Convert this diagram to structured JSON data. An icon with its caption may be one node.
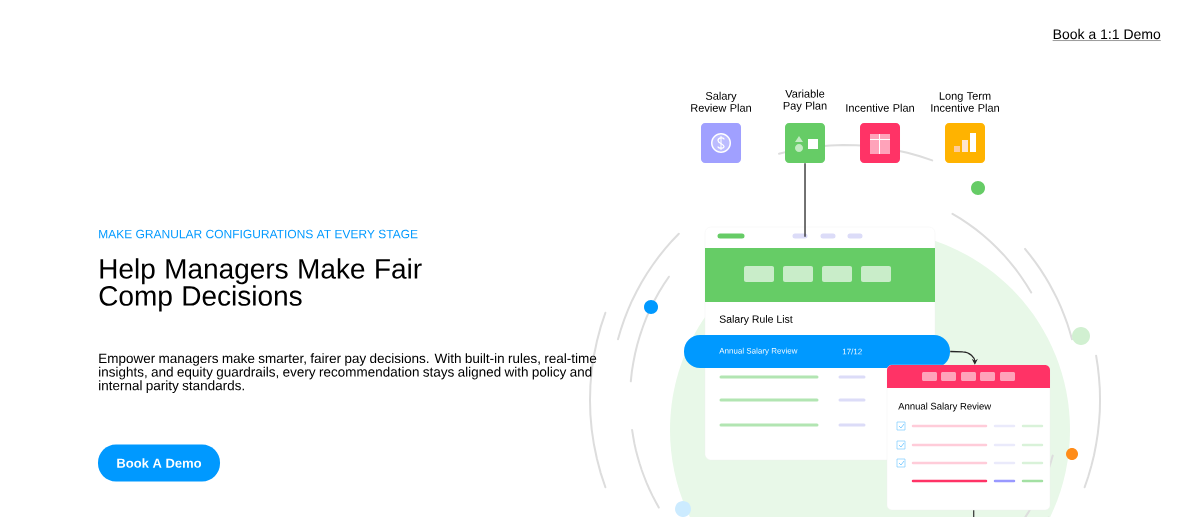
{
  "diagram": {
    "title": "Help Managers Make Fair Comp Decisions",
    "nodes": [
      {
        "text": [
          "Salary Review Plan"
        ]
      },
      {
        "text": [
          "Variable Pay Plan"
        ]
      },
      {
        "text": [
          "Incentive Plan"
        ]
      },
      {
        "text": [
          "Long Term Incentive Plan"
        ]
      },
      {
        "text": [
          "Salary Rule List"
        ]
      },
      {
        "text": [
          "Annual Salary Review",
          "17/12"
        ]
      },
      {
        "text": [
          "Annual Salary Review"
        ]
      }
    ],
    "edges": [
      {
        "from": 1,
        "to": 4,
        "arrow": "none"
      },
      {
        "from": 5,
        "to": 6,
        "arrow": "to"
      },
      {
        "from": 6,
        "to": null,
        "arrow": "none"
      }
    ],
    "labels": [
      "Book a 1:1 Demo",
      "MAKE GRANULAR CONFIGURATIONS AT EVERY STAGE",
      "Empower managers make smarter, fairer pay decisions. With built-in rules, real-time insights, and equity guardrails, every recommendation stays aligned with policy and internal parity standards.",
      "Book A Demo"
    ]
  }
}
